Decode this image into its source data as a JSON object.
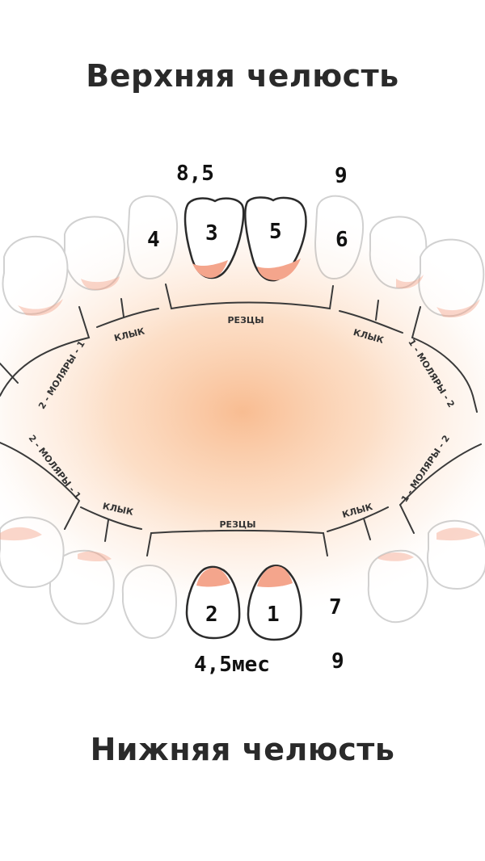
{
  "titles": {
    "upper": "Верхняя челюсть",
    "lower": "Нижняя челюсть"
  },
  "labels": {
    "incisors": "РЕЗЦЫ",
    "canine": "КЛЫК",
    "molars_1_2": "1 - МОЛЯРЫ - 2",
    "molars_2_1": "2 - МОЛЯРЫ - 1"
  },
  "upper_numbers": {
    "top_left": "8,5",
    "top_right": "9",
    "tooth_left_lateral": "4",
    "tooth_left_central": "3",
    "tooth_right_central": "5",
    "tooth_right_lateral": "6"
  },
  "lower_numbers": {
    "tooth_left_central": "2",
    "tooth_right_central": "1",
    "tooth_right_lateral": "7",
    "bottom_left": "4,5мес",
    "bottom_right": "9"
  },
  "colors": {
    "gum": "#f4a58c",
    "tooth_outline": "#2b2b2b",
    "glow": "#f7b98f"
  }
}
